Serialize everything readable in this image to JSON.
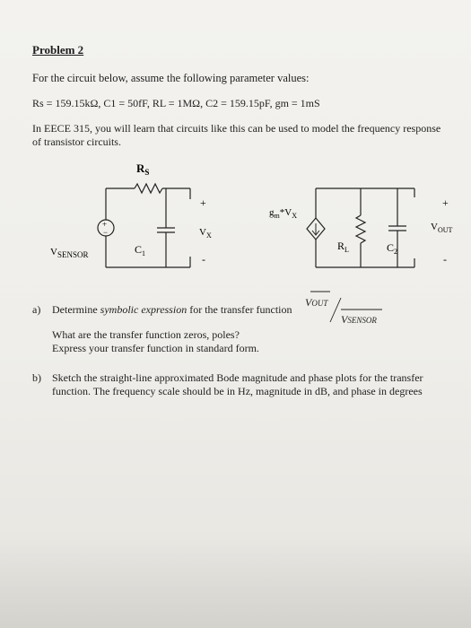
{
  "problem": {
    "title": "Problem 2",
    "intro": "For the circuit below, assume the following parameter values:",
    "params": "Rs = 159.15kΩ,  C1 = 50fF,  RL = 1MΩ,  C2 = 159.15pF,  gm = 1mS",
    "context_line1": "In EECE 315, you will learn that circuits like this can be used to model the frequency response",
    "context_line2": "of transistor circuits."
  },
  "circuit": {
    "rs_label": "R",
    "rs_sub": "S",
    "vsensor_label": "V",
    "vsensor_sub": "SENSOR",
    "c1_label": "C",
    "c1_sub": "1",
    "vx_plus": "+",
    "vx_label": "V",
    "vx_sub": "X",
    "vx_minus": "-",
    "gm_label": "g",
    "gm_sub": "m",
    "gm_star": "*V",
    "gm_vx_sub": "X",
    "rl_label": "R",
    "rl_sub": "L",
    "c2_label": "C",
    "c2_sub": "2",
    "vout_plus": "+",
    "vout_label": "V",
    "vout_sub": "OUT",
    "vout_minus": "-"
  },
  "part_a": {
    "label": "a)",
    "text_prefix": "Determine",
    "text_italic": "symbolic expression",
    "text_suffix": "for the transfer function",
    "tf_num": "V",
    "tf_num_sub": "OUT",
    "tf_den": "V",
    "tf_den_sub": "SENSOR",
    "q1": "What are the transfer function zeros, poles?",
    "q2": "Express your transfer function in standard form."
  },
  "part_b": {
    "label": "b)",
    "line1": "Sketch the straight-line approximated Bode magnitude and phase plots for the transfer",
    "line2": "function.  The frequency scale should be in Hz, magnitude in dB, and phase in degrees"
  }
}
